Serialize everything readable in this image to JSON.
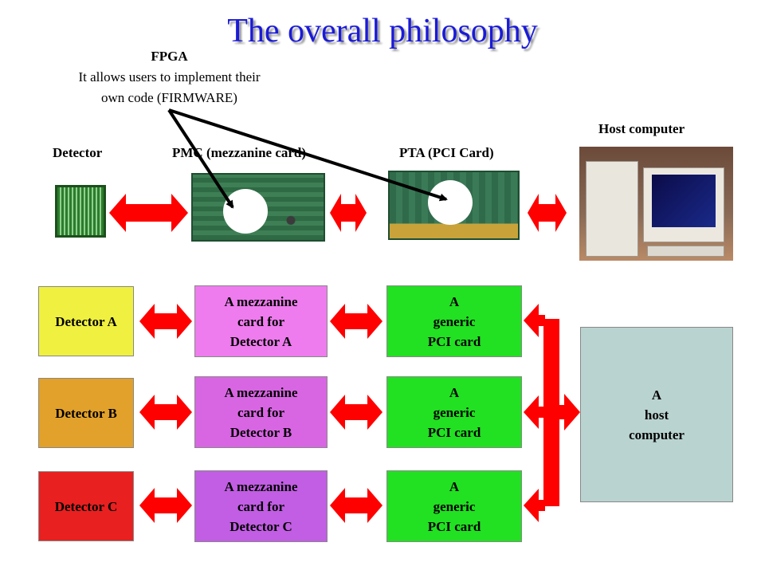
{
  "title": "The overall philosophy",
  "callout": {
    "head": "FPGA",
    "line1": "It allows users to implement their",
    "line2": "own code (FIRMWARE)"
  },
  "labels": {
    "detector": "Detector",
    "pmc": "PMC (mezzanine card)",
    "pta": "PTA (PCI Card)",
    "host": "Host computer"
  },
  "rows": [
    {
      "detector": "Detector A",
      "mezzanine": [
        "A mezzanine",
        "card for",
        "Detector A"
      ],
      "pci": [
        "A",
        "generic",
        "PCI card"
      ],
      "det_color": "#f0f040",
      "mez_color": "#ee7cee"
    },
    {
      "detector": "Detector B",
      "mezzanine": [
        "A mezzanine",
        "card for",
        "Detector B"
      ],
      "pci": [
        "A",
        "generic",
        "PCI card"
      ],
      "det_color": "#e2a12a",
      "mez_color": "#d866e3"
    },
    {
      "detector": "Detector C",
      "mezzanine": [
        "A mezzanine",
        "card for",
        "Detector C"
      ],
      "pci": [
        "A",
        "generic",
        "PCI card"
      ],
      "det_color": "#e82020",
      "mez_color": "#c15ee3"
    }
  ],
  "host_block": [
    "A",
    "host",
    "computer"
  ],
  "colors": {
    "title": "#1a1ad8",
    "arrow": "#ff0000",
    "pci_green": "#22e022",
    "host_block": "#b9d3d0"
  }
}
